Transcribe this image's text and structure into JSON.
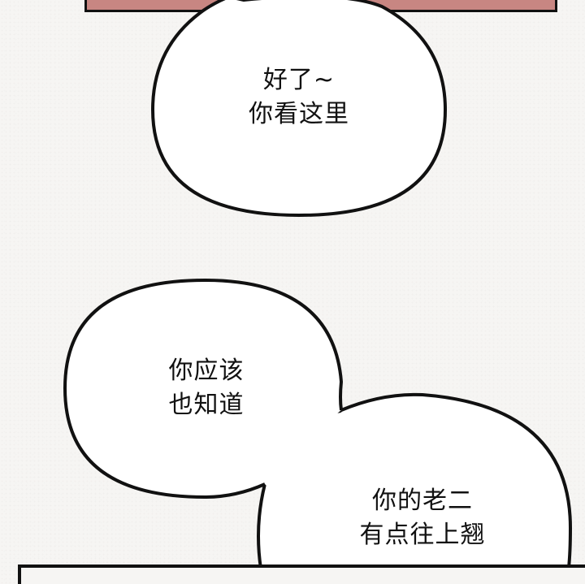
{
  "colors": {
    "panel_fill": "#c88682",
    "outline": "#111111",
    "bubble_fill": "#ffffff",
    "paper": "#f6f5f3"
  },
  "bubbles": [
    {
      "id": "top",
      "lines": [
        "好了~",
        "你看这里"
      ]
    },
    {
      "id": "left",
      "lines": [
        "你应该",
        "也知道"
      ]
    },
    {
      "id": "right",
      "lines": [
        "你的老二",
        "有点往上翘"
      ]
    }
  ]
}
